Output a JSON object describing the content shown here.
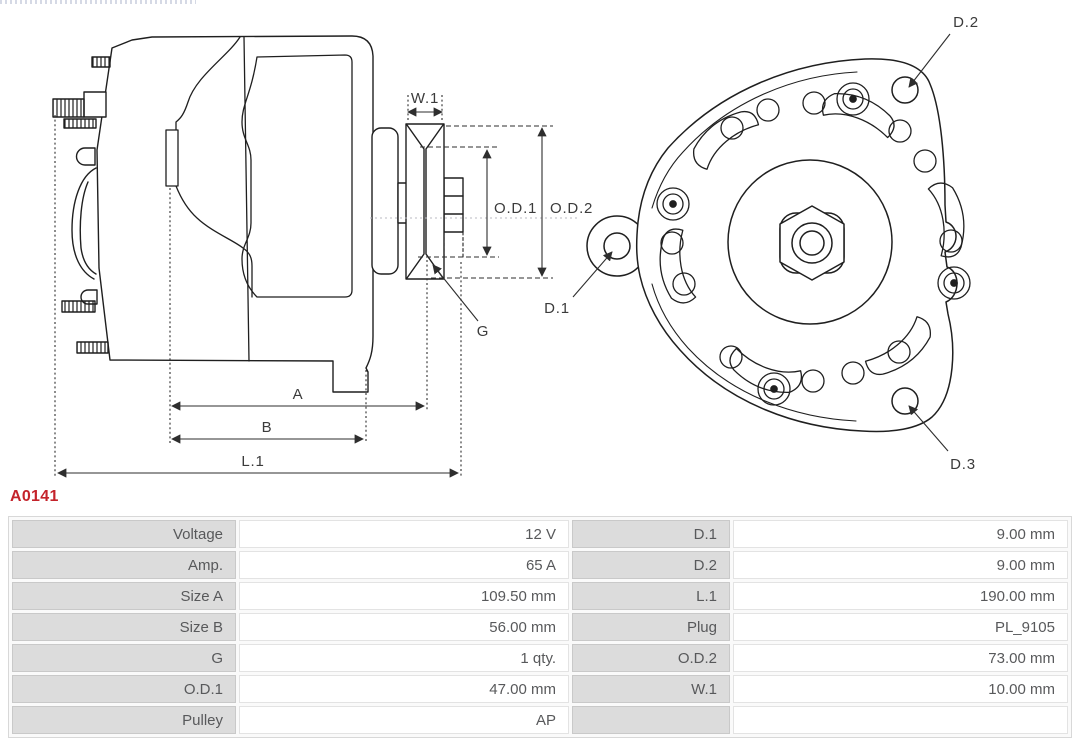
{
  "part_number": "A0141",
  "colors": {
    "part_number_red": "#c4232b",
    "table_label_bg": "#dcdcdc",
    "table_value_bg": "#ffffff",
    "table_text": "#58595b",
    "drawing_line": "#1f1f1f"
  },
  "drawing": {
    "side_view_labels": {
      "w1": "W.1",
      "od1": "O.D.1",
      "od2": "O.D.2",
      "g": "G",
      "a": "A",
      "b": "B",
      "l1": "L.1"
    },
    "rear_view_labels": {
      "d1": "D.1",
      "d2": "D.2",
      "d3": "D.3"
    }
  },
  "spec_table": {
    "rows": [
      {
        "label1": "Voltage",
        "value1": "12 V",
        "label2": "D.1",
        "value2": "9.00 mm"
      },
      {
        "label1": "Amp.",
        "value1": "65 A",
        "label2": "D.2",
        "value2": "9.00 mm"
      },
      {
        "label1": "Size A",
        "value1": "109.50 mm",
        "label2": "L.1",
        "value2": "190.00 mm"
      },
      {
        "label1": "Size B",
        "value1": "56.00 mm",
        "label2": "Plug",
        "value2": "PL_9105"
      },
      {
        "label1": "G",
        "value1": "1 qty.",
        "label2": "O.D.2",
        "value2": "73.00 mm"
      },
      {
        "label1": "O.D.1",
        "value1": "47.00 mm",
        "label2": "W.1",
        "value2": "10.00 mm"
      },
      {
        "label1": "Pulley",
        "value1": "AP",
        "label2": "",
        "value2": ""
      }
    ]
  }
}
